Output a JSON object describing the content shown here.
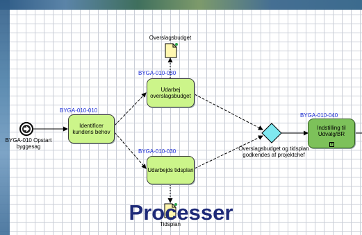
{
  "title": "Processer",
  "start_event": {
    "code": "BYGA-010",
    "label": "Opstart byggesag"
  },
  "tasks": [
    {
      "code": "BYGA-010-010",
      "label": "Identificer kundens behov"
    },
    {
      "code": "BYGA-010-030",
      "label": "Udarbej overslagsbudget"
    },
    {
      "code": "BYGA-010-030",
      "label": "Udarbejds tidsplan"
    },
    {
      "code": "BYGA-010-040",
      "label": "Indstilling til Udvalg/BR"
    }
  ],
  "artifacts": [
    {
      "label": "Overslagsbudget"
    },
    {
      "label": "Tidsplan"
    }
  ],
  "gateway": {
    "label": "Overslagsbudget og tidsplan godkendes af projektchef"
  },
  "colors": {
    "task_fill": "#ccf58a",
    "subprocess_fill": "#7dc15a",
    "gateway_fill": "#7fe8f0",
    "code_text": "#1a2bd6",
    "title_text": "#1e2a78"
  },
  "icons": {
    "start": "start-event-arrow-icon",
    "artifact": "document-icon",
    "subprocess": "plus-marker-icon"
  }
}
